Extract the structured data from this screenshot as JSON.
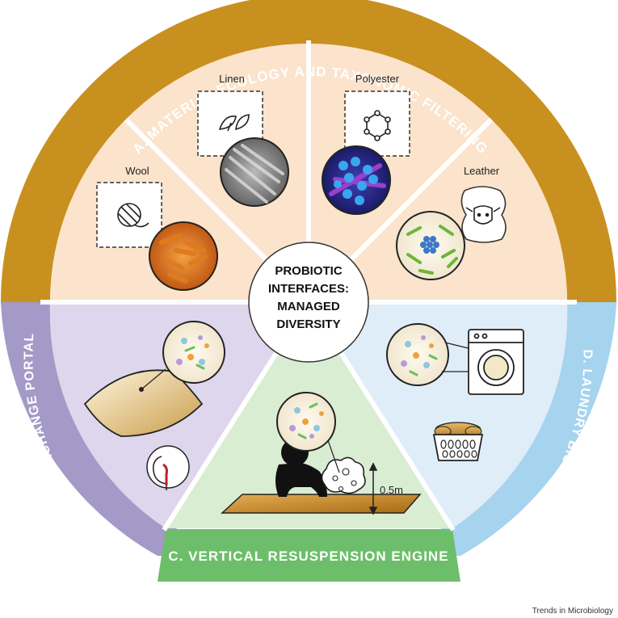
{
  "sections": {
    "a_title": "A. MATERIAL ECOLOGY AND TAXONOMIC FILTERING",
    "b_title": "B. AIRWAY EXCHANGE PORTAL",
    "c_title": "C. VERTICAL RESUSPENSION ENGINE",
    "d_title": "D. LAUNDRY BIOREACTOR"
  },
  "materials": {
    "wool": "Wool",
    "linen": "Linen",
    "polyester": "Polyester",
    "leather": "Leather"
  },
  "center": {
    "line1": "PROBIOTIC",
    "line2": "INTERFACES:",
    "line3": "MANAGED",
    "line4": "DIVERSITY"
  },
  "height_label": "0.5m",
  "credit": "Trends in Microbiology",
  "colors": {
    "band_a": "#C8901E",
    "band_b": "#A49AC7",
    "band_c": "#6DBE6A",
    "band_d": "#A6D3EE",
    "panel_a": "#FBE3CC",
    "panel_b": "#DDD6EC",
    "panel_c": "#D9EDD3",
    "panel_d": "#DFEDF8"
  }
}
